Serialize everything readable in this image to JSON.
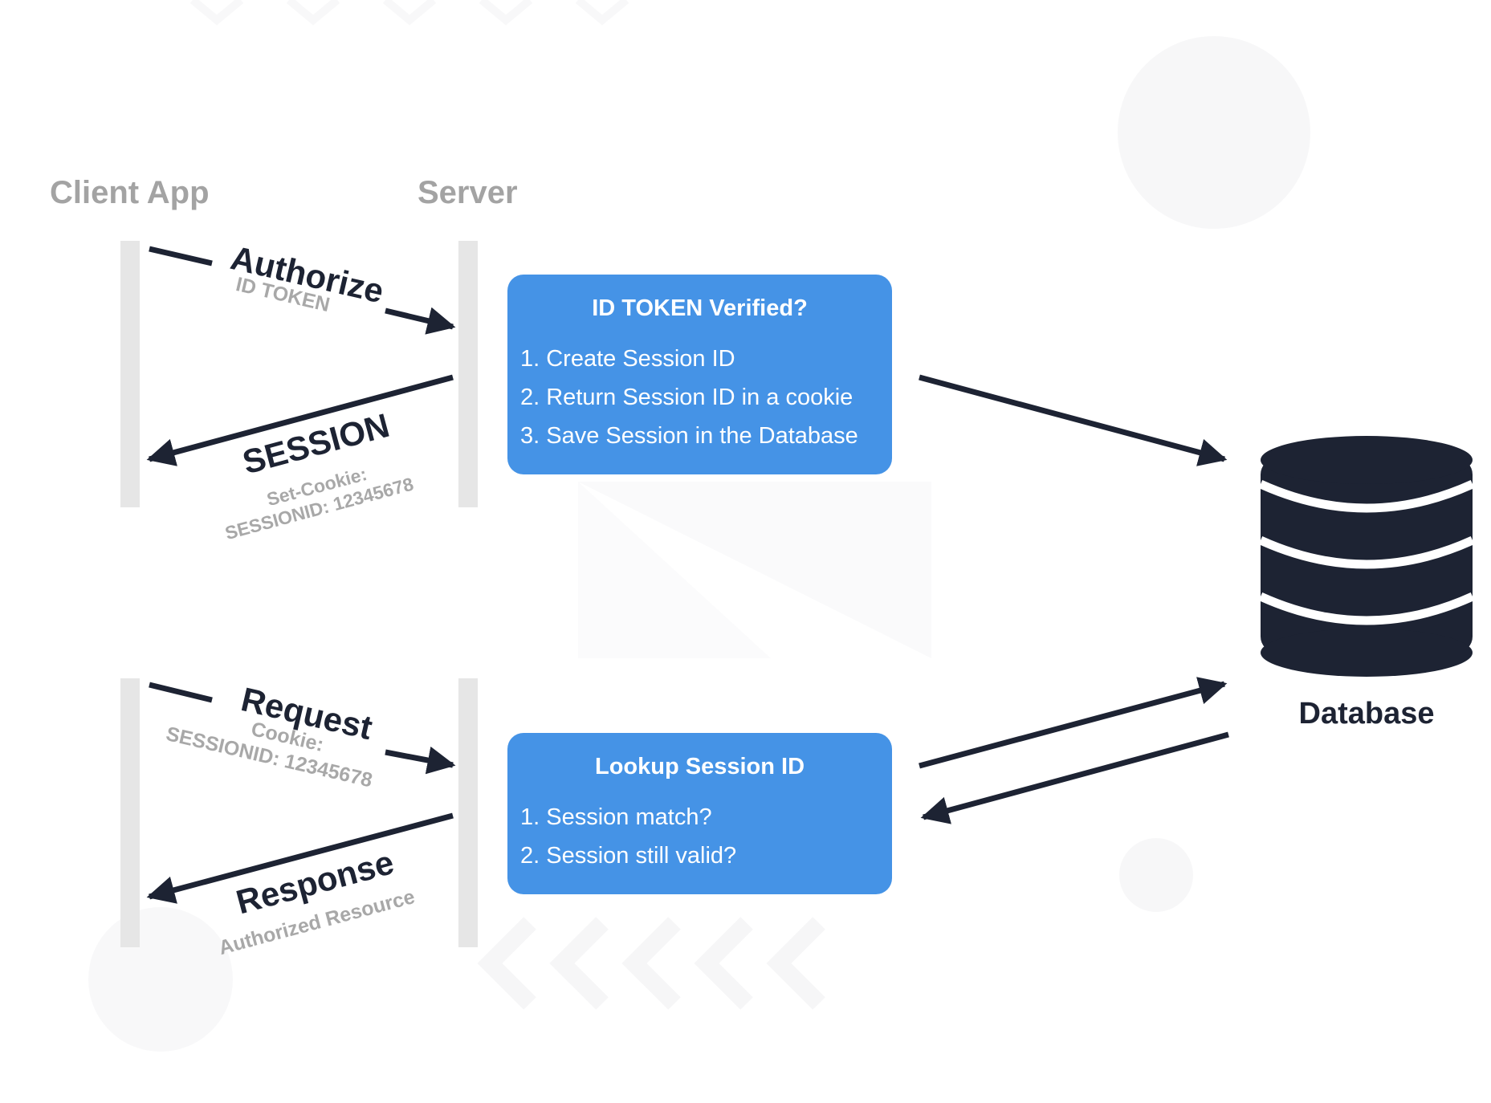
{
  "columns": {
    "client": "Client App",
    "server": "Server"
  },
  "flow1": {
    "request_label": "Authorize",
    "request_sublabel": "ID TOKEN",
    "response_label": "SESSION",
    "response_sublabel_1": "Set-Cookie:",
    "response_sublabel_2": "SESSIONID: 12345678"
  },
  "flow2": {
    "request_label": "Request",
    "request_sublabel_1": "Cookie:",
    "request_sublabel_2": "SESSIONID: 12345678",
    "response_label": "Response",
    "response_sublabel": "Authorized Resource"
  },
  "box1": {
    "title": "ID TOKEN Verified?",
    "items": [
      "1. Create Session ID",
      "2. Return Session ID in a cookie",
      "3. Save Session in the Database"
    ]
  },
  "box2": {
    "title": "Lookup Session ID",
    "items": [
      "1. Session match?",
      "2. Session still valid?"
    ]
  },
  "database": {
    "label": "Database",
    "icon": "database-icon"
  },
  "colors": {
    "box": "#4593e6",
    "arrow": "#1d2333",
    "lifeline": "#e6e6e6",
    "muted_text": "#a3a3a3"
  }
}
